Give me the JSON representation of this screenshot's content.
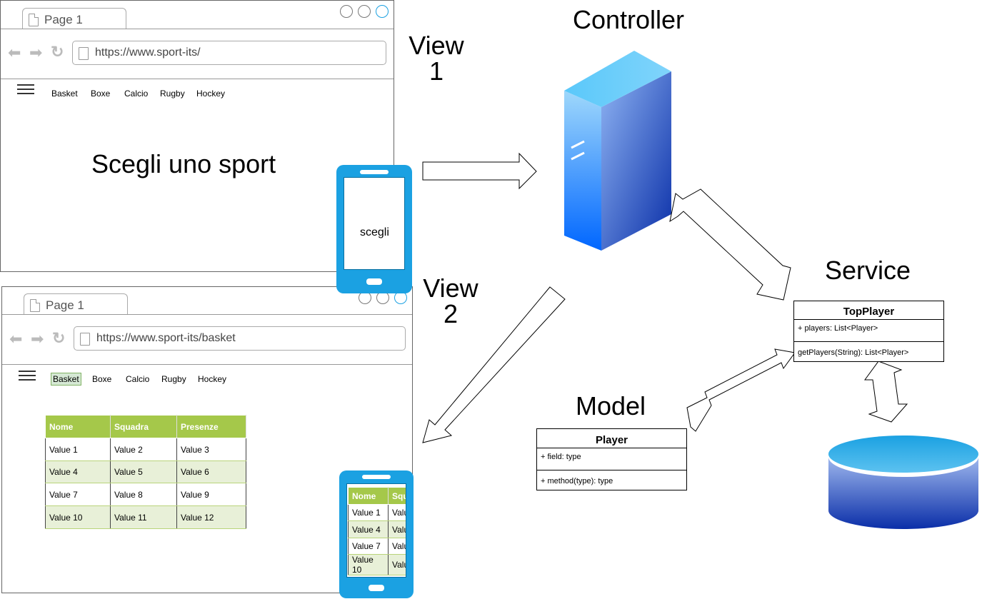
{
  "labels": {
    "controller": "Controller",
    "service": "Service",
    "model": "Model",
    "view1_line1": "View",
    "view1_line2": "1",
    "view2_line1": "View",
    "view2_line2": "2"
  },
  "browser1": {
    "tab_title": "Page 1",
    "url": "https://www.sport-its/",
    "menu": [
      "Basket",
      "Boxe",
      "Calcio",
      "Rugby",
      "Hockey"
    ],
    "heading": "Scegli uno sport"
  },
  "phone1": {
    "text": "scegli"
  },
  "browser2": {
    "tab_title": "Page 1",
    "url": "https://www.sport-its/basket",
    "menu": [
      "Basket",
      "Boxe",
      "Calcio",
      "Rugby",
      "Hockey"
    ],
    "active_menu": "Basket",
    "table": {
      "headers": [
        "Nome",
        "Squadra",
        "Presenze"
      ],
      "rows": [
        [
          "Value 1",
          "Value 2",
          "Value 3"
        ],
        [
          "Value 4",
          "Value 5",
          "Value 6"
        ],
        [
          "Value 7",
          "Value 8",
          "Value 9"
        ],
        [
          "Value 10",
          "Value 11",
          "Value 12"
        ]
      ]
    }
  },
  "phone2": {
    "headers": [
      "Nome",
      "Squ"
    ],
    "rows": [
      [
        "Value 1",
        "Valu"
      ],
      [
        "Value 4",
        "Valu"
      ],
      [
        "Value 7",
        "Valu"
      ],
      [
        "Value 10",
        "Valu"
      ]
    ]
  },
  "uml_service": {
    "name": "TopPlayer",
    "field": "+ players: List<Player>",
    "method": "getPlayers(String): List<Player>"
  },
  "uml_model": {
    "name": "Player",
    "field": "+ field: type",
    "method": "+ method(type): type"
  },
  "colors": {
    "accent_blue": "#1ba1e2",
    "table_header": "#a5c84a",
    "table_alt_row": "#e8f0d8",
    "active_menu_bg": "#d5e8d4"
  }
}
